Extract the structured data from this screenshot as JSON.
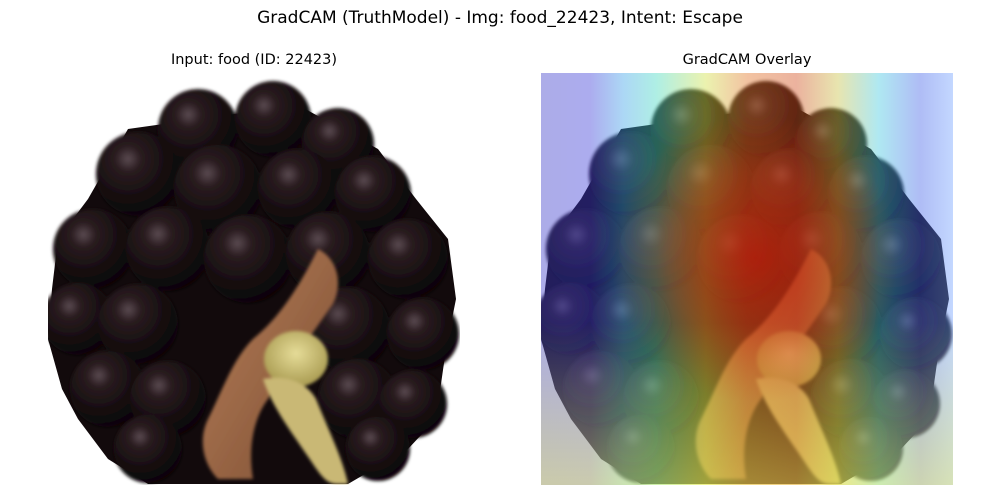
{
  "figure": {
    "suptitle": "GradCAM (TruthModel) - Img: food_22423, Intent: Escape"
  },
  "panels": {
    "left": {
      "title": "Input: food (ID: 22423)",
      "content": "blackberry-photo"
    },
    "right": {
      "title": "GradCAM Overlay",
      "content": "heatmap-overlay-on-blackberry"
    }
  },
  "colors": {
    "background": "#ffffff",
    "berry_dark": "#1a1012",
    "stem": "#9a6a48",
    "calyx": "#cfc27a",
    "heat_low": "#3030c8",
    "heat_mid": "#40d0a0",
    "heat_high": "#d02010"
  }
}
